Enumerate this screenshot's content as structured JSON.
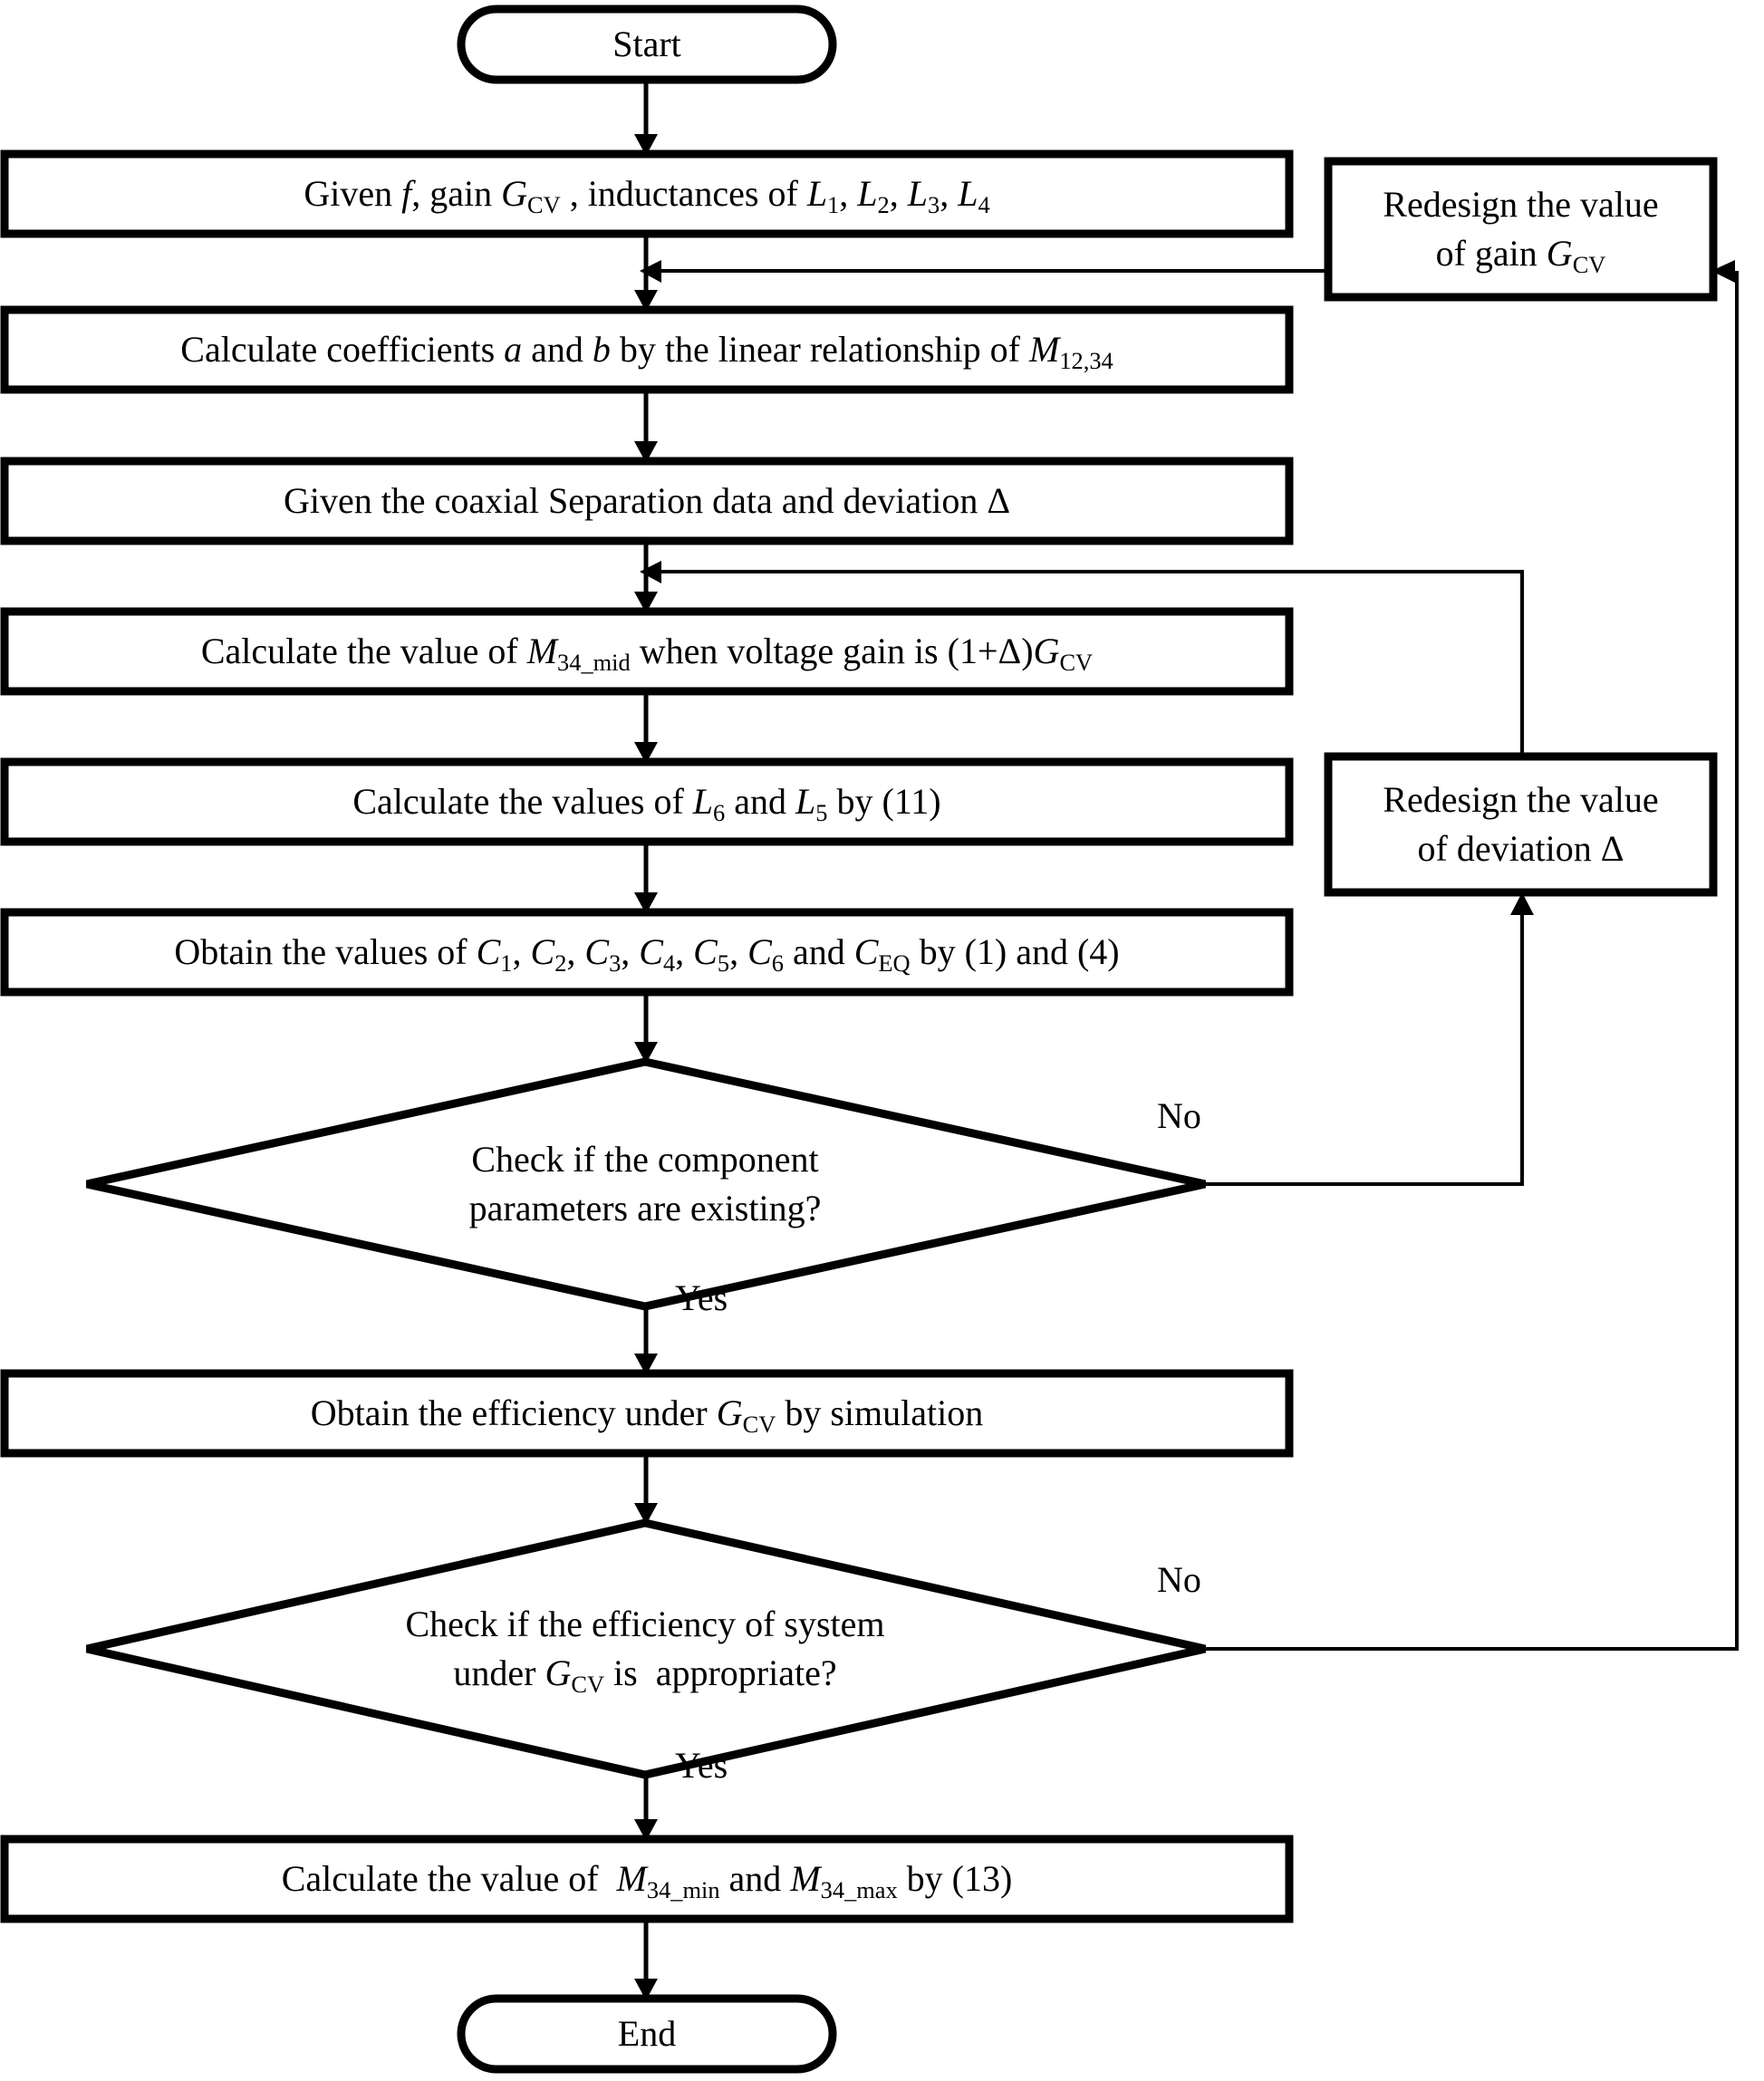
{
  "diagram": {
    "type": "flowchart",
    "title": "Design procedure flowchart",
    "colors": {
      "background": "#ffffff",
      "stroke": "#000000",
      "fill": "#ffffff",
      "text": "#000000"
    },
    "nodes": [
      {
        "id": "start",
        "shape": "terminator",
        "label": "Start"
      },
      {
        "id": "given-params",
        "shape": "process",
        "label": "Given f, gain GCV , inductances of L1, L2, L3, L4",
        "html": "Given <i>f</i>, gain <i>G</i><sub>CV</sub> , inductances of <i>L</i><sub>1</sub>, <i>L</i><sub>2</sub>, <i>L</i><sub>3</sub>, <i>L</i><sub>4</sub>"
      },
      {
        "id": "calc-coefficients",
        "shape": "process",
        "label": "Calculate coefficients a and b by the linear relationship of M12,34",
        "html": "Calculate coefficients <i>a</i> and <i>b</i> by the linear relationship of <i>M</i><sub>12,34</sub>"
      },
      {
        "id": "given-separation",
        "shape": "process",
        "label": "Given the coaxial Separation data and deviation Δ",
        "html": "Given the coaxial Separation data and deviation Δ"
      },
      {
        "id": "calc-m34mid",
        "shape": "process",
        "label": "Calculate the value of M34_mid when voltage gain is (1+Δ)GCV",
        "html": "Calculate the value of <i>M</i><sub>34_mid</sub> when voltage gain is (1+Δ)<i>G</i><sub>CV</sub>"
      },
      {
        "id": "calc-l6-l5",
        "shape": "process",
        "label": "Calculate the values of L6 and L5 by (11)",
        "html": "Calculate the values of <i>L</i><sub>6</sub> and <i>L</i><sub>5</sub> by (11)"
      },
      {
        "id": "obtain-capacitors",
        "shape": "process",
        "label": "Obtain the values of C1, C2, C3, C4, C5, C6 and CEQ by (1) and (4)",
        "html": "Obtain the values of <i>C</i><sub>1</sub>, <i>C</i><sub>2</sub>, <i>C</i><sub>3</sub>, <i>C</i><sub>4</sub>, <i>C</i><sub>5</sub>, <i>C</i><sub>6</sub> and <i>C</i><sub>EQ</sub> by (1) and (4)"
      },
      {
        "id": "check-components",
        "shape": "decision",
        "label": "Check if the component parameters are existing?",
        "html": "Check if the component<br>parameters are existing?"
      },
      {
        "id": "obtain-efficiency",
        "shape": "process",
        "label": "Obtain the efficiency under GCV by simulation",
        "html": "Obtain the efficiency under <i>G</i><sub>CV</sub> by simulation"
      },
      {
        "id": "check-efficiency",
        "shape": "decision",
        "label": "Check if the efficiency of system under GCV is  appropriate?",
        "html": "Check if the efficiency of system<br>under <i>G</i><sub>CV</sub> is&nbsp; appropriate?"
      },
      {
        "id": "calc-m34-minmax",
        "shape": "process",
        "label": "Calculate the value of  M34_min and M34_max by (13)",
        "html": "Calculate the value of&nbsp; <i>M</i><sub>34_min</sub> and <i>M</i><sub>34_max</sub> by (13)"
      },
      {
        "id": "end",
        "shape": "terminator",
        "label": "End"
      },
      {
        "id": "redesign-gain",
        "shape": "process",
        "label": "Redesign the value of gain GCV",
        "html": "Redesign the value<br>of gain <i>G</i><sub>CV</sub>"
      },
      {
        "id": "redesign-deviation",
        "shape": "process",
        "label": "Redesign the value of deviation Δ",
        "html": "Redesign the value<br>of deviation Δ"
      }
    ],
    "edge_labels": [
      {
        "id": "components-no",
        "label": "No"
      },
      {
        "id": "components-yes",
        "label": "Yes"
      },
      {
        "id": "efficiency-no",
        "label": "No"
      },
      {
        "id": "efficiency-yes",
        "label": "Yes"
      }
    ],
    "edges": [
      {
        "from": "start",
        "to": "given-params",
        "label": ""
      },
      {
        "from": "given-params",
        "to": "calc-coefficients",
        "label": ""
      },
      {
        "from": "calc-coefficients",
        "to": "given-separation",
        "label": ""
      },
      {
        "from": "given-separation",
        "to": "calc-m34mid",
        "label": ""
      },
      {
        "from": "calc-m34mid",
        "to": "calc-l6-l5",
        "label": ""
      },
      {
        "from": "calc-l6-l5",
        "to": "obtain-capacitors",
        "label": ""
      },
      {
        "from": "obtain-capacitors",
        "to": "check-components",
        "label": ""
      },
      {
        "from": "check-components",
        "to": "redesign-deviation",
        "label": "No"
      },
      {
        "from": "check-components",
        "to": "obtain-efficiency",
        "label": "Yes"
      },
      {
        "from": "obtain-efficiency",
        "to": "check-efficiency",
        "label": ""
      },
      {
        "from": "check-efficiency",
        "to": "redesign-gain",
        "label": "No"
      },
      {
        "from": "check-efficiency",
        "to": "calc-m34-minmax",
        "label": "Yes"
      },
      {
        "from": "calc-m34-minmax",
        "to": "end",
        "label": ""
      },
      {
        "from": "redesign-gain",
        "to": "calc-coefficients",
        "label": ""
      },
      {
        "from": "redesign-deviation",
        "to": "calc-m34mid",
        "label": ""
      }
    ]
  }
}
